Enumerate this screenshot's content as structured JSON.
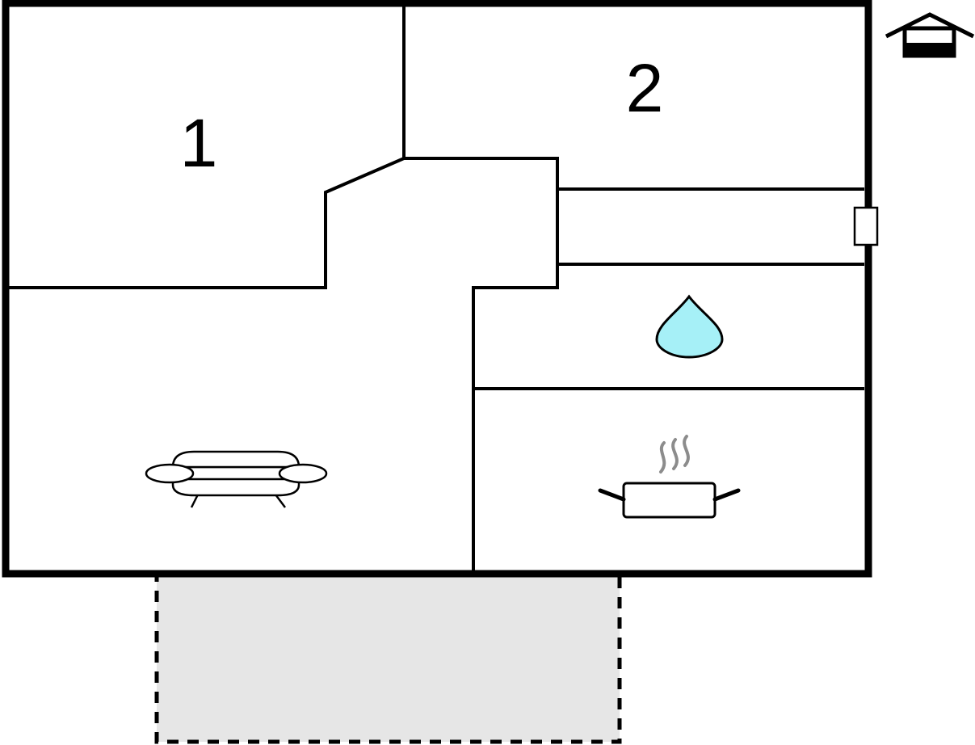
{
  "floorplan": {
    "rooms": [
      {
        "id": "bedroom-1",
        "label": "1"
      },
      {
        "id": "bedroom-2",
        "label": "2"
      }
    ],
    "icons": {
      "floor_indicator": "house-floor-icon",
      "bathroom": "water-drop-icon",
      "kitchen": "cooking-pot-icon",
      "living_room": "sofa-icon",
      "window": "window-icon"
    },
    "outdoor_area": "terrace-dashed",
    "colors": {
      "wall": "#000000",
      "floor": "#ffffff",
      "terrace_fill": "#e6e6e6",
      "water_drop": "#a6f0f7",
      "steam": "#8c8c8c"
    }
  }
}
